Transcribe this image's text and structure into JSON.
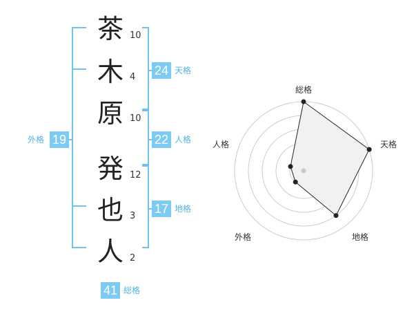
{
  "name": {
    "chars": [
      {
        "char": "茶",
        "strokes": "10"
      },
      {
        "char": "木",
        "strokes": "4"
      },
      {
        "char": "原",
        "strokes": "10"
      },
      {
        "char": "発",
        "strokes": "12"
      },
      {
        "char": "也",
        "strokes": "3"
      },
      {
        "char": "人",
        "strokes": "2"
      }
    ]
  },
  "fortunes": {
    "tenkaku": {
      "label": "天格",
      "value": "24"
    },
    "jinkaku": {
      "label": "人格",
      "value": "22"
    },
    "chikaku": {
      "label": "地格",
      "value": "17"
    },
    "gaikaku": {
      "label": "外格",
      "value": "19"
    },
    "soukaku": {
      "label": "総格",
      "value": "41"
    }
  },
  "radar": {
    "axes": [
      "総格",
      "天格",
      "地格",
      "外格",
      "人格"
    ],
    "levels": 5,
    "values": [
      5,
      5,
      4,
      1,
      1
    ],
    "colors": {
      "fill": "#f1f1f1",
      "line": "#222222",
      "grid": "#cccccc",
      "center": "#c8c8c8"
    }
  },
  "colors": {
    "accent": "#7dcbf3",
    "bracket": "#6ec3f0",
    "label": "#54b4e4"
  }
}
